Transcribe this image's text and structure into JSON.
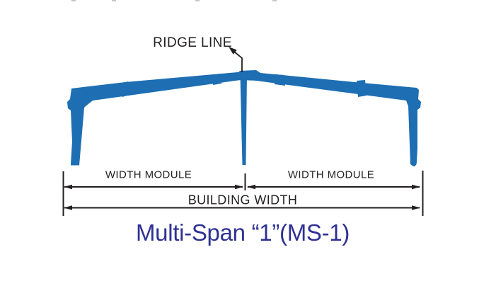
{
  "colors": {
    "frame_blue": "#1d6eb3",
    "line_dark": "#231f20",
    "title_navy": "#2e3192",
    "artifact_gray": "#c4c6c8"
  },
  "labels": {
    "ridge_line": "RIDGE LINE",
    "width_module_left": "WIDTH MODULE",
    "width_module_right": "WIDTH MODULE",
    "building_width": "BUILDING WIDTH"
  },
  "title": "Multi-Span “1”(MS-1)"
}
